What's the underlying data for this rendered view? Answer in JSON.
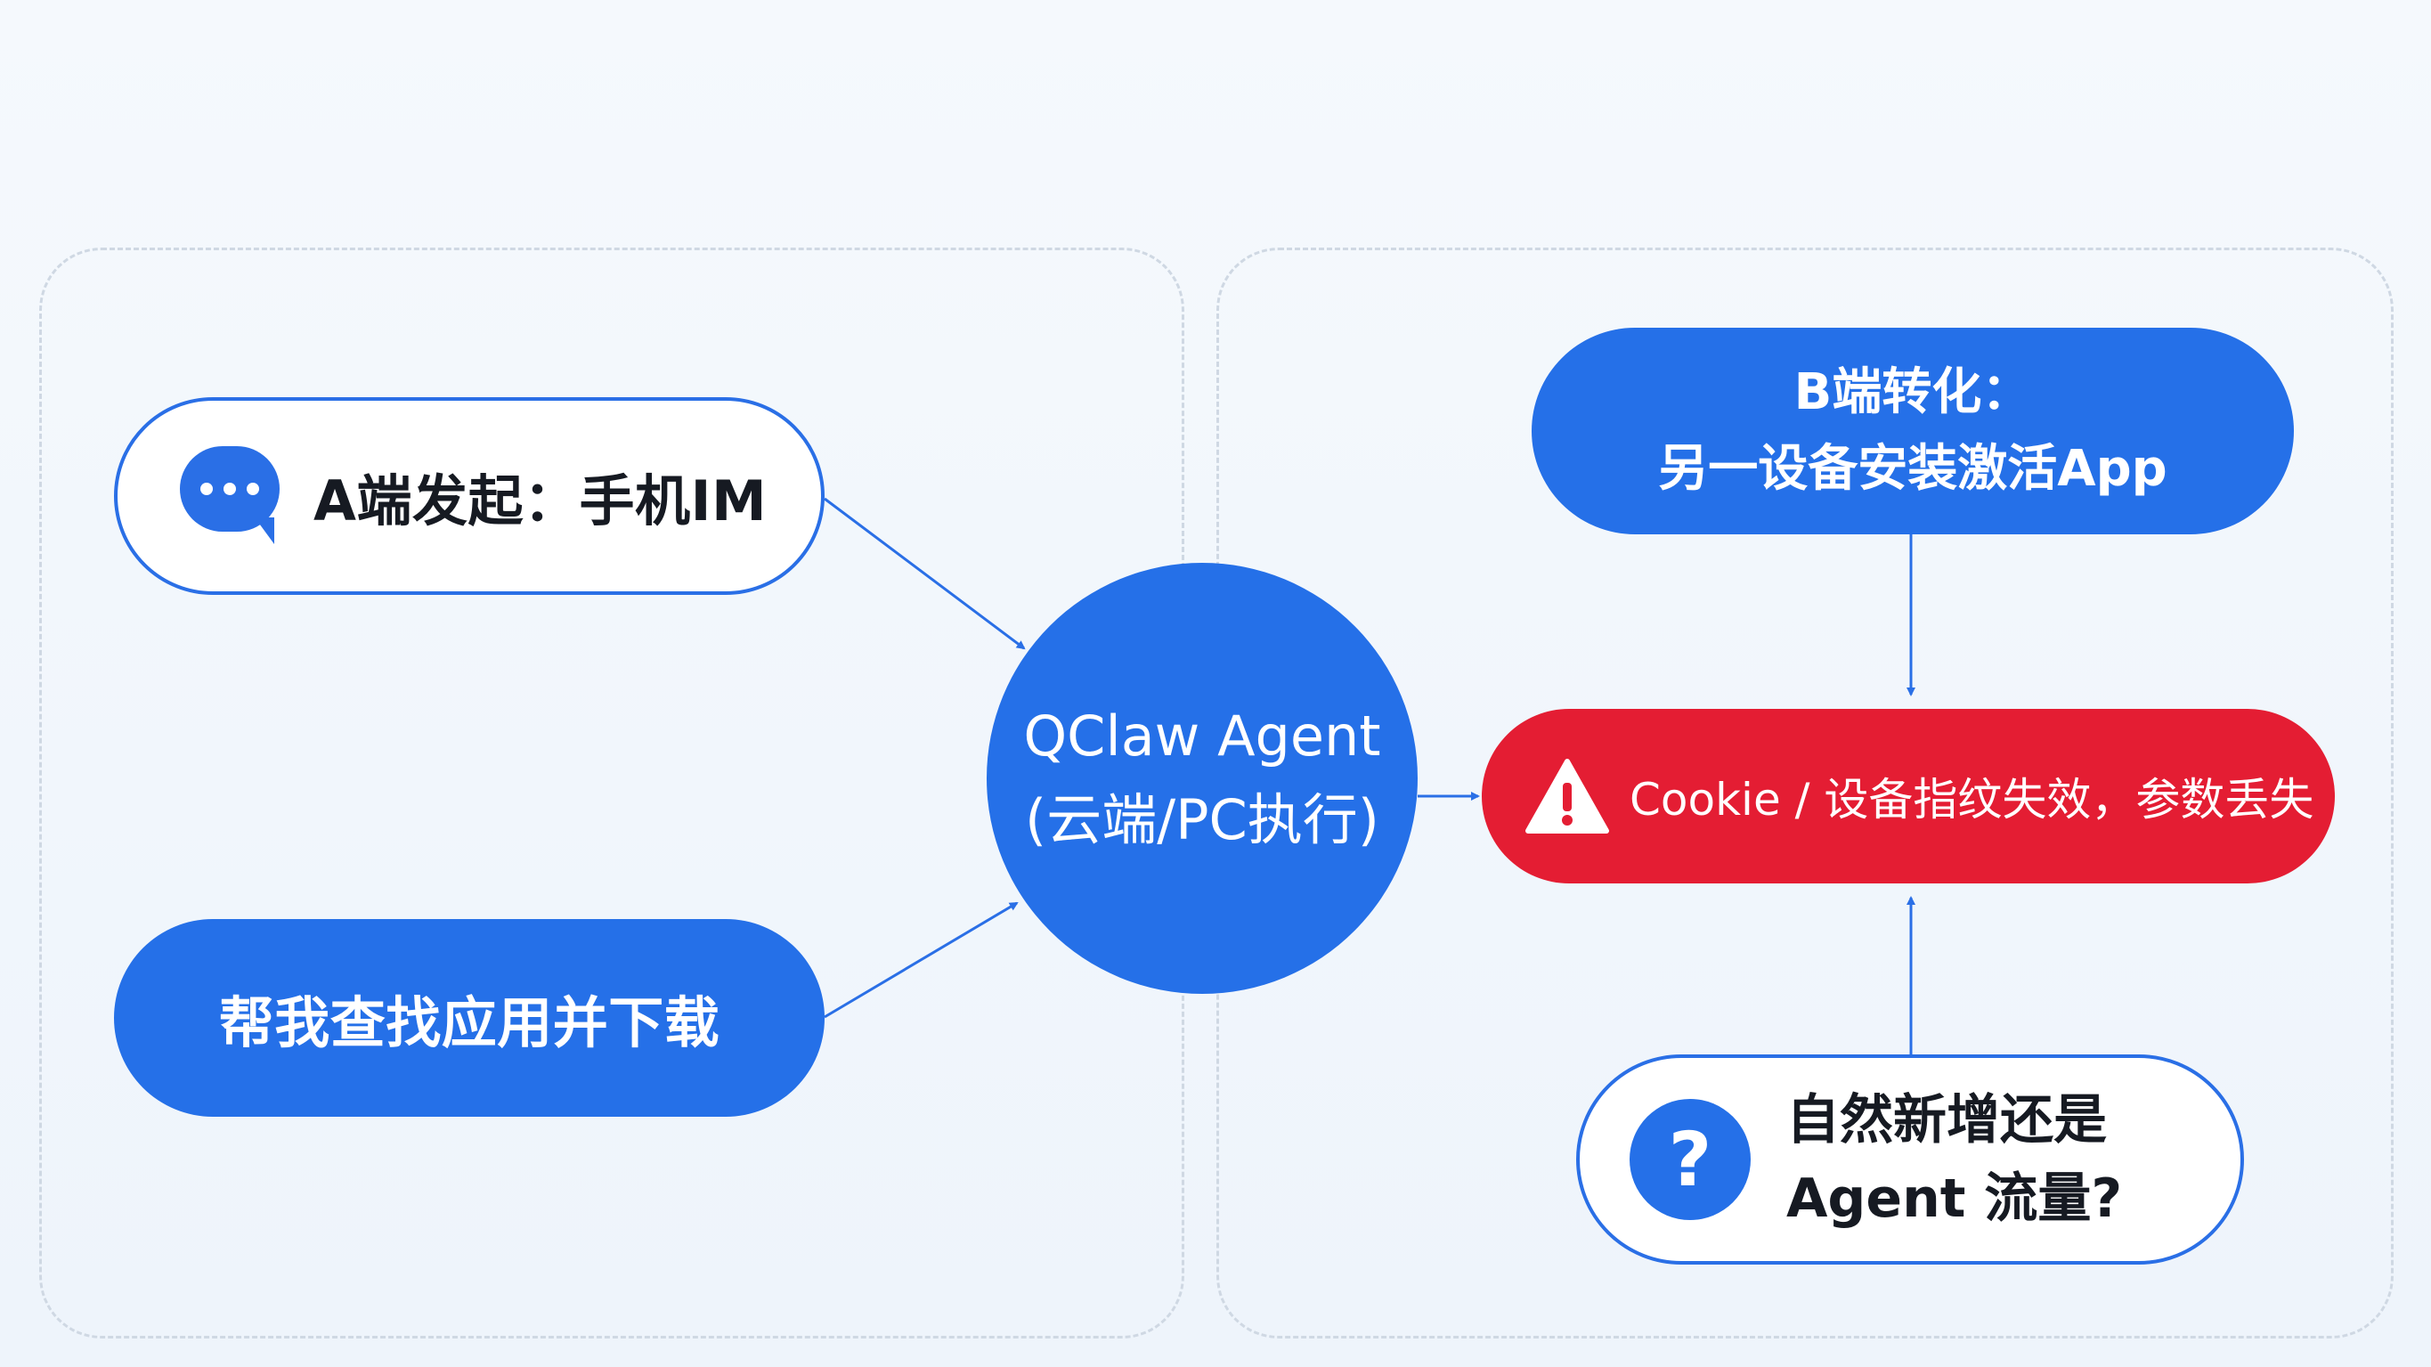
{
  "left_panel": {
    "start_label": "A端发起：手机IM",
    "request_label": "帮我查找应用并下载"
  },
  "center": {
    "agent_line1": "QClaw Agent",
    "agent_line2": "(云端/PC执行)"
  },
  "right_panel": {
    "b_convert_line1": "B端转化：",
    "b_convert_line2": "另一设备安装激活App",
    "error_label": "Cookie / 设备指纹失效，参数丢失",
    "question_line1": "自然新增还是",
    "question_line2": "Agent 流量?"
  },
  "icons": {
    "chat": "chat-bubble-icon",
    "warning": "warning-icon",
    "question": "question-icon"
  },
  "colors": {
    "primary_blue": "#2570e8",
    "error_red": "#e41d33",
    "outline_blue": "#2a6fe6"
  }
}
